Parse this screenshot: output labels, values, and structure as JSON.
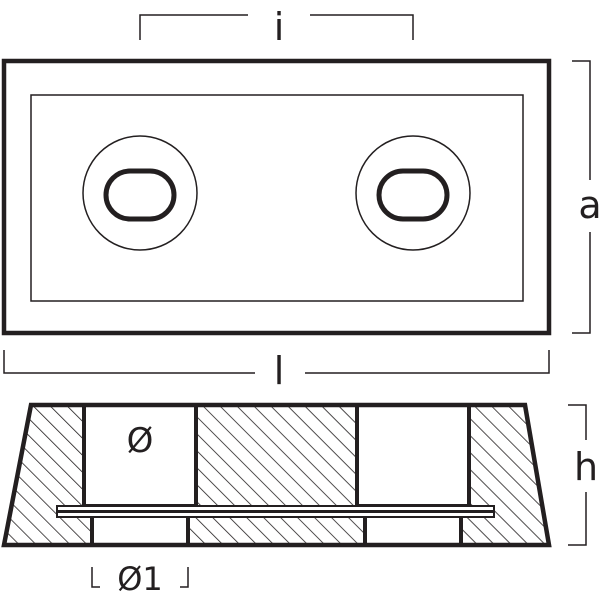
{
  "labels": {
    "dimension_i": "i",
    "dimension_a": "a",
    "dimension_l": "l",
    "dimension_h": "h",
    "diameter": "Ø",
    "diameter_1": "Ø1"
  },
  "colors": {
    "stroke": "#231f20",
    "background": "#ffffff",
    "hatch": "#231f20"
  }
}
